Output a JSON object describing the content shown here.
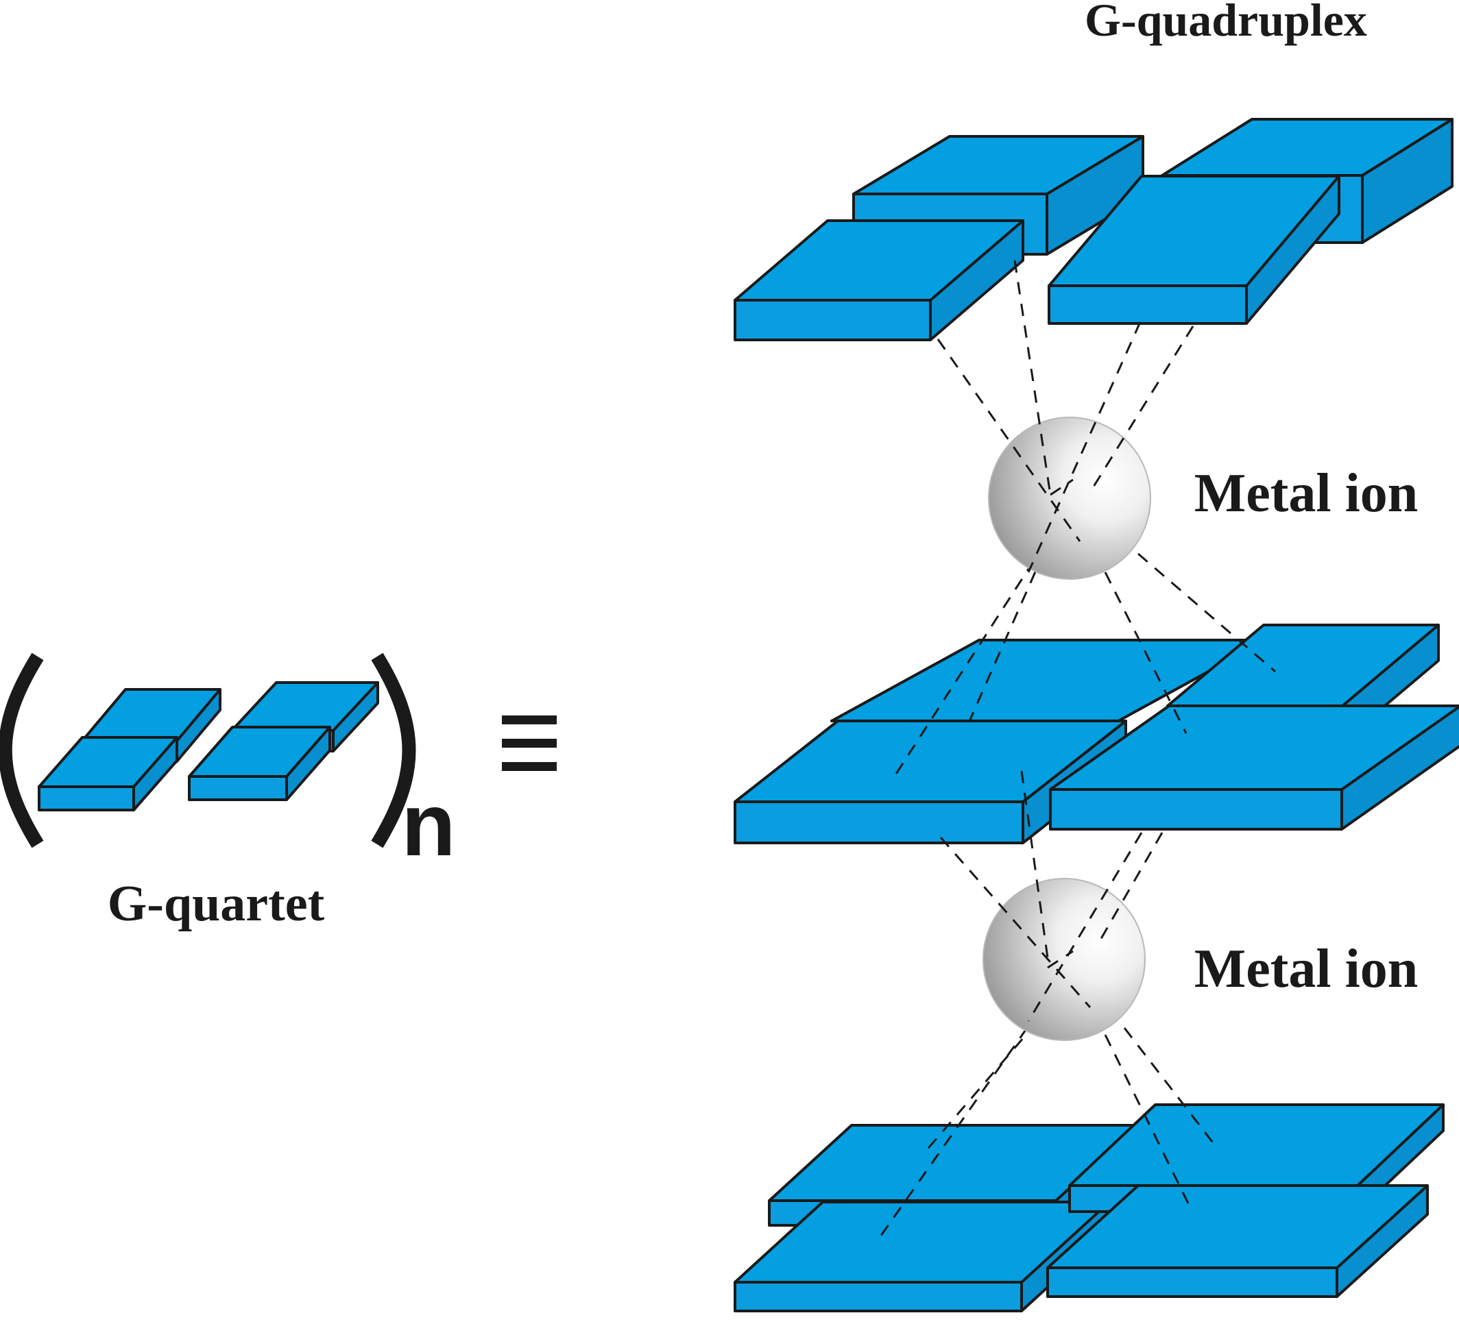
{
  "labels": {
    "top": "G-quadruplex",
    "quartet": "G-quartet",
    "ion_upper": "Metal ion",
    "ion_lower": "Metal ion",
    "subscript": "n",
    "equiv": "≡"
  },
  "colors": {
    "slab_top": "#039fe1",
    "slab_front": "#0a9de0",
    "slab_side": "#078fcf",
    "outline": "#1a1a1a",
    "ion_light": "#ffffff",
    "ion_dark": "#9a9a9a"
  }
}
